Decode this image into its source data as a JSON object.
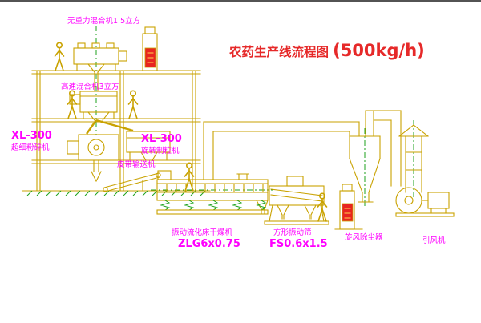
{
  "title": {
    "name": "农药生产线流程图",
    "capacity": "(500kg/h)"
  },
  "labels": {
    "mixer_top": "无重力混合机1.5立方",
    "mixer_high_speed": "高速混合机3立方",
    "pulverizer_model": "XL-300",
    "pulverizer": "超细粉碎机",
    "granulator_model": "XL-300",
    "granulator": "旋转制粒机",
    "belt_conveyor": "皮带输送机",
    "dryer": "振动流化床干燥机",
    "dryer_model": "ZLG6x0.75",
    "screen": "方形振动筛",
    "screen_model": "FS0.6x1.5",
    "cyclone": "旋风除尘器",
    "fan": "引风机"
  },
  "colors": {
    "line_yellow": "#C9A200",
    "line_green": "#1CA21C",
    "label_magenta": "#FF00FF",
    "title_red": "#E62929",
    "panel_red": "#E8251F",
    "background": "#FFFFFF"
  }
}
